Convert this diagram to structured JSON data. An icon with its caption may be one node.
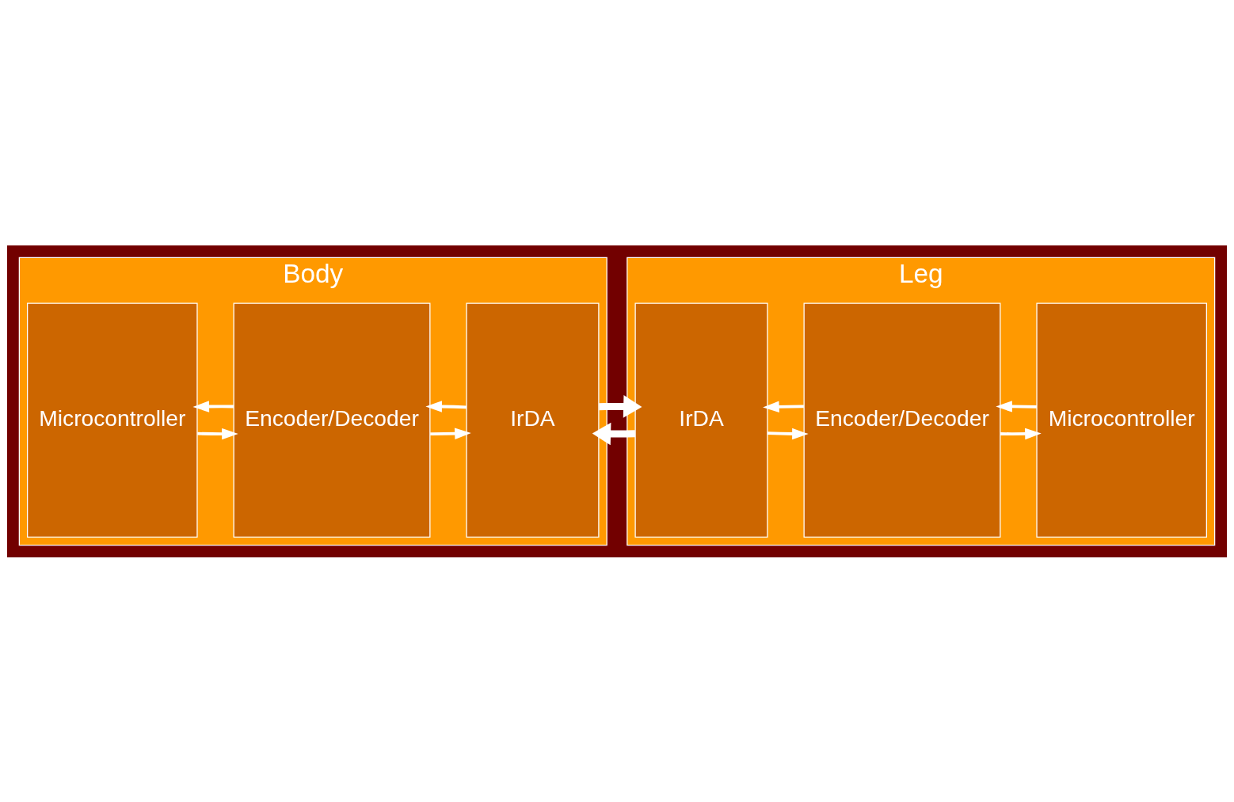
{
  "diagram": {
    "nodes": [
      {
        "text": [
          "Body"
        ]
      },
      {
        "text": [
          "Microcontroller"
        ],
        "in": 0
      },
      {
        "text": [
          "Encoder/Decoder"
        ],
        "in": 0
      },
      {
        "text": [
          "IrDA"
        ],
        "in": 0
      },
      {
        "text": [
          "Leg"
        ]
      },
      {
        "text": [
          "IrDA"
        ],
        "in": 4
      },
      {
        "text": [
          "Encoder/Decoder"
        ],
        "in": 4
      },
      {
        "text": [
          "Microcontroller"
        ],
        "in": 4
      }
    ],
    "edges": [
      {
        "from": 1,
        "to": 2,
        "arrow": "to"
      },
      {
        "from": 2,
        "to": 3,
        "arrow": "to"
      },
      {
        "from": 3,
        "to": 2,
        "arrow": "to"
      },
      {
        "from": 2,
        "to": 1,
        "arrow": "to"
      },
      {
        "from": 3,
        "to": 5,
        "arrow": "to",
        "style": "thick"
      },
      {
        "from": 5,
        "to": 3,
        "arrow": "to",
        "style": "thick"
      },
      {
        "from": 5,
        "to": 6,
        "arrow": "to"
      },
      {
        "from": 6,
        "to": 7,
        "arrow": "to"
      },
      {
        "from": 7,
        "to": 6,
        "arrow": "to"
      },
      {
        "from": 6,
        "to": 5,
        "arrow": "to"
      }
    ]
  }
}
